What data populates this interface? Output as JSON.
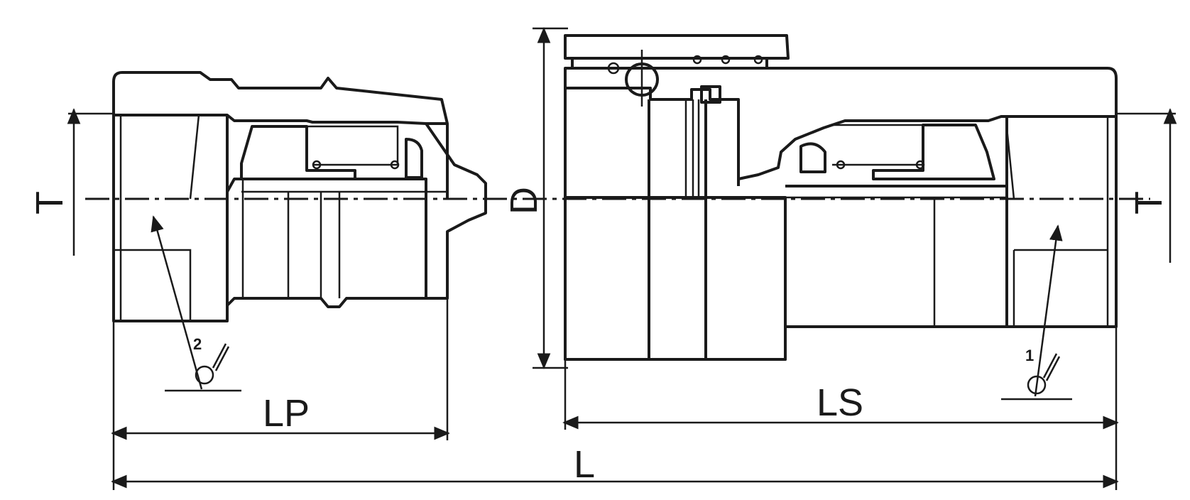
{
  "labels": {
    "lp": "LP",
    "ls": "LS",
    "l": "L",
    "d": "D",
    "t_left": "T",
    "t_right": "T",
    "seal_left": "2",
    "seal_right": "1"
  },
  "colors": {
    "ink": "#1a1a1a",
    "background": "#ffffff"
  }
}
